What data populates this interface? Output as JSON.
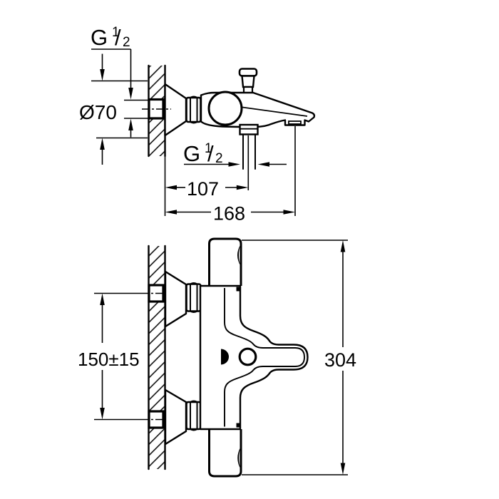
{
  "drawing": {
    "labels": {
      "thread_wall": {
        "prefix": "G",
        "numerator": "1",
        "slash": "/",
        "denominator": "2"
      },
      "diameter_escutcheon": "Ø70",
      "thread_shower": {
        "prefix": "G",
        "numerator": "1",
        "slash": "/",
        "denominator": "2"
      },
      "dim_wall_to_shower_outlet": "107",
      "dim_wall_to_spout_outlet": "168",
      "dim_inlet_centers": "150±15",
      "dim_overall_height": "304"
    }
  }
}
